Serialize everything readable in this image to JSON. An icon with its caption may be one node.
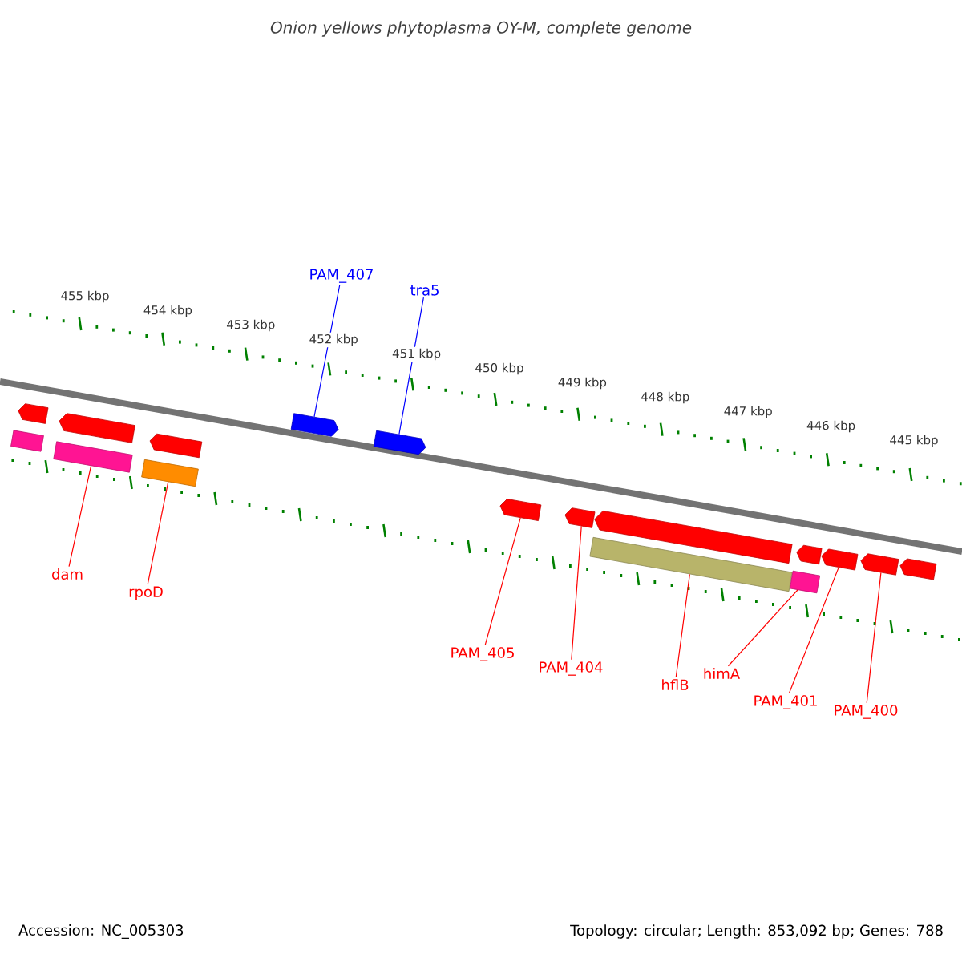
{
  "diagram": {
    "title": "Onion yellows phytoplasma OY-M, complete genome",
    "nodes": [
      {
        "text": [],
        "shape": "arrow"
      },
      {
        "text": [],
        "shape": "arrow"
      },
      {
        "text": [],
        "shape": "arrow"
      },
      {
        "text": [],
        "shape": "box"
      },
      {
        "text": [],
        "shape": "box"
      },
      {
        "text": [],
        "shape": "box"
      },
      {
        "text": [],
        "shape": "arrow"
      },
      {
        "text": [],
        "shape": "arrow"
      },
      {
        "text": [],
        "shape": "arrow"
      },
      {
        "text": [],
        "shape": "arrow"
      },
      {
        "text": [],
        "shape": "arrow"
      },
      {
        "text": [],
        "shape": "box"
      },
      {
        "text": [],
        "shape": "arrow"
      },
      {
        "text": [],
        "shape": "arrow"
      },
      {
        "text": [],
        "shape": "arrow"
      },
      {
        "text": [],
        "shape": "arrow"
      },
      {
        "text": [],
        "shape": "box"
      },
      {
        "text": [
          "PAM_407"
        ]
      },
      {
        "text": [
          "tra5"
        ]
      },
      {
        "text": [
          "dam"
        ]
      },
      {
        "text": [
          "rpoD"
        ]
      },
      {
        "text": [
          "PAM_405"
        ]
      },
      {
        "text": [
          "PAM_404"
        ]
      },
      {
        "text": [
          "hflB"
        ]
      },
      {
        "text": [
          "himA"
        ]
      },
      {
        "text": [
          "PAM_401"
        ]
      },
      {
        "text": [
          "PAM_400"
        ]
      }
    ],
    "edges": [
      {
        "from": 17,
        "to": 6,
        "arrow": "none",
        "color": "#0000ff"
      },
      {
        "from": 18,
        "to": 7,
        "arrow": "none",
        "color": "#0000ff"
      },
      {
        "from": 19,
        "to": 4,
        "arrow": "none"
      },
      {
        "from": 20,
        "to": 5,
        "arrow": "none"
      },
      {
        "from": 21,
        "to": 8,
        "arrow": "none"
      },
      {
        "from": 22,
        "to": 9,
        "arrow": "none"
      },
      {
        "from": 23,
        "to": 11,
        "arrow": "none"
      },
      {
        "from": 24,
        "to": 16,
        "arrow": "none"
      },
      {
        "from": 25,
        "to": 13,
        "arrow": "none"
      },
      {
        "from": 26,
        "to": 14,
        "arrow": "none"
      }
    ],
    "labels": [
      "455 kbp",
      "454 kbp",
      "453 kbp",
      "452 kbp",
      "451 kbp",
      "450 kbp",
      "449 kbp",
      "448 kbp",
      "447 kbp",
      "446 kbp",
      "445 kbp",
      "Accession: NC_005303",
      "Topology: circular; Length: 853,092 bp; Genes: 788"
    ]
  }
}
